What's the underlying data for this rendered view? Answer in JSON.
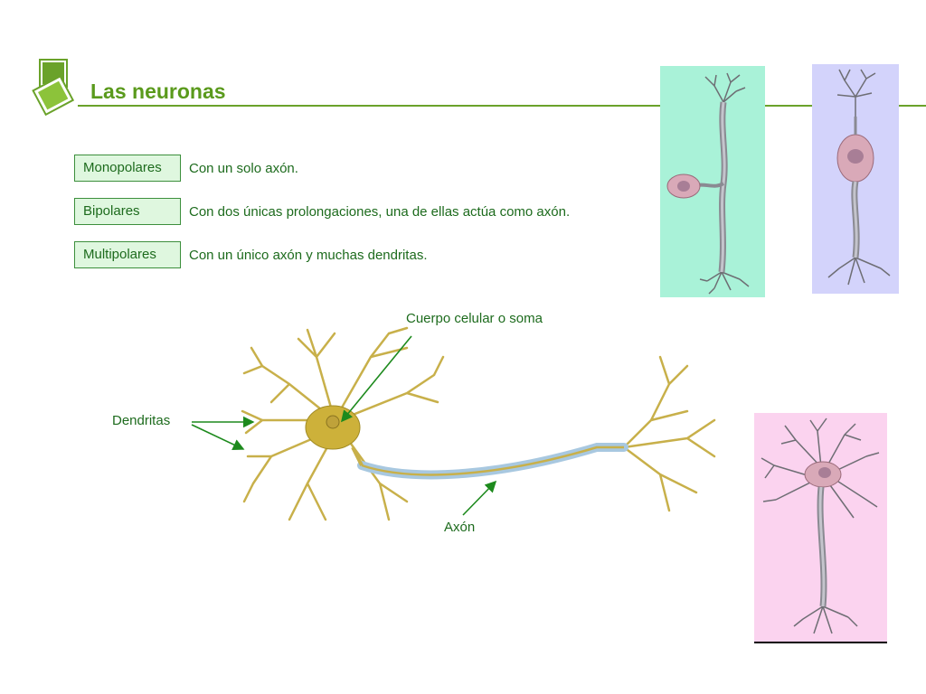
{
  "slide": {
    "title": "Las neuronas"
  },
  "types": [
    {
      "name": "Monopolares",
      "description": "Con un solo axón."
    },
    {
      "name": "Bipolares",
      "description": "Con dos únicas prolongaciones, una de ellas actúa como axón."
    },
    {
      "name": "Multipolares",
      "description": "Con un único axón y muchas dendritas."
    }
  ],
  "diagram_labels": {
    "soma": "Cuerpo celular o soma",
    "dendrites": "Dendritas",
    "axon": "Axón"
  },
  "colors": {
    "accent": "#5a9a1c",
    "label_text": "#1d6b1d",
    "box_fill": "#dff7df",
    "panel_monopolar": "#a9f2d8",
    "panel_bipolar": "#d3d3fb",
    "panel_multipolar": "#fbd3ef",
    "neuron_body": "#cdb13a",
    "axon_sheath": "#a8c8e0"
  }
}
